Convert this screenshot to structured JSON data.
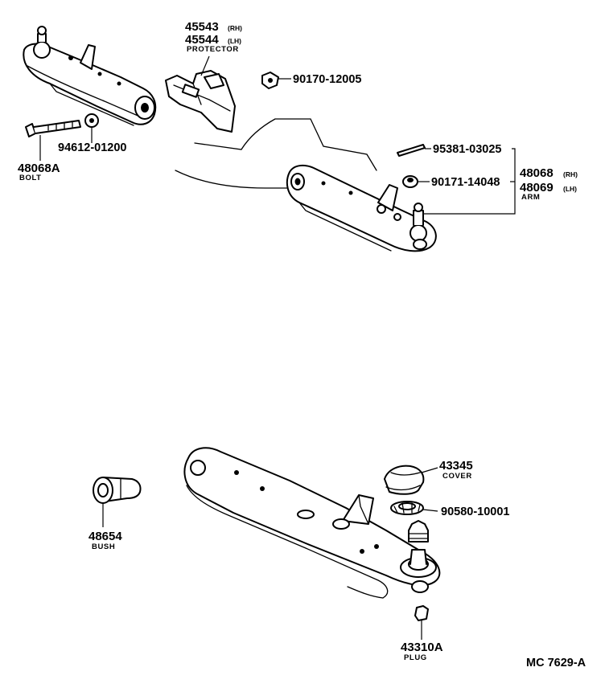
{
  "callouts": {
    "protector_rh": {
      "number": "45543",
      "side": "(RH)"
    },
    "protector_lh": {
      "number": "45544",
      "side": "(LH)"
    },
    "protector_name": "PROTECTOR",
    "nut_top": {
      "number": "90170-12005"
    },
    "bolt": {
      "number": "48068A",
      "name": "BOLT"
    },
    "nut_bolt": {
      "number": "94612-01200"
    },
    "pin": {
      "number": "95381-03025"
    },
    "nut_arm": {
      "number": "90171-14048"
    },
    "arm_rh": {
      "number": "48068",
      "side": "(RH)"
    },
    "arm_lh": {
      "number": "48069",
      "side": "(LH)"
    },
    "arm_name": "ARM",
    "cover": {
      "number": "43345",
      "name": "COVER"
    },
    "nut_ball": {
      "number": "90580-10001"
    },
    "bush": {
      "number": "48654",
      "name": "BUSH"
    },
    "plug": {
      "number": "43310A",
      "name": "PLUG"
    }
  },
  "figure_code": "MC 7629-A"
}
